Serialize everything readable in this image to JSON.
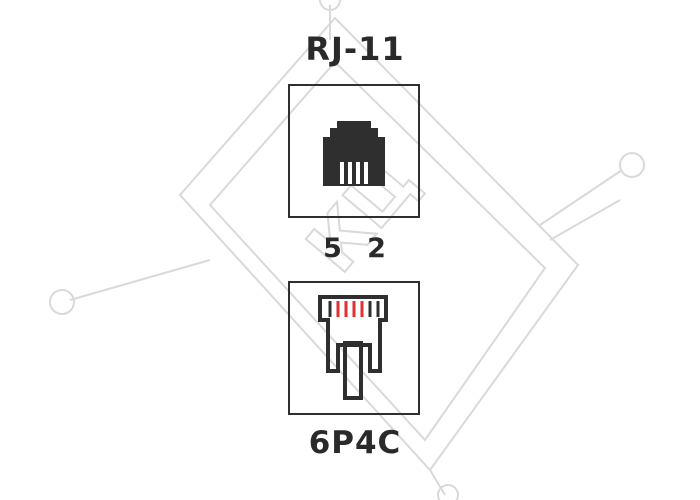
{
  "diagram": {
    "connector_name": "RJ-11",
    "pin_left": "5",
    "pin_right": "2",
    "plug_type": "6P4C",
    "watermark_text": "КЦ"
  },
  "colors": {
    "text": "#2a2a2a",
    "frame": "#2f2f2f",
    "icon": "#2f2f2f",
    "contacts": "#e0302f",
    "watermark": "#d9d9d9"
  },
  "icons": {
    "socket": "rj11-socket-icon",
    "plug": "rj11-plug-icon"
  }
}
